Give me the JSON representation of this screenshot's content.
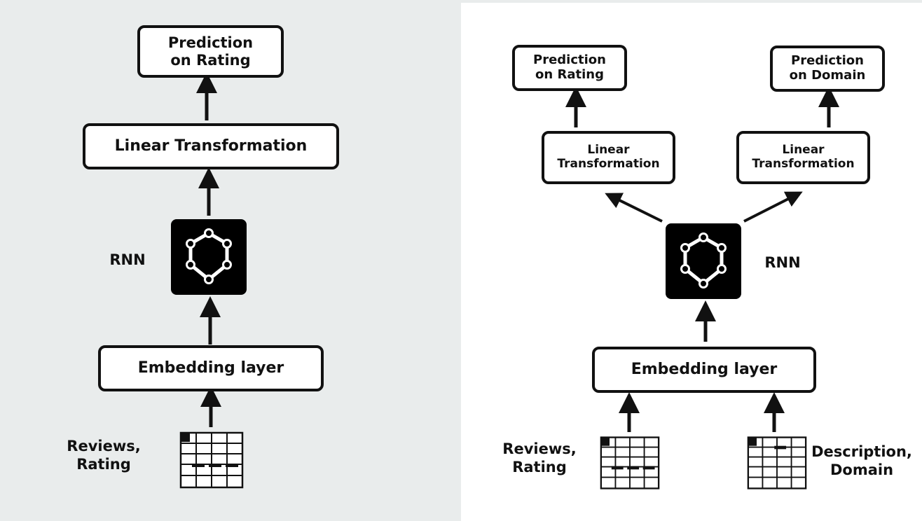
{
  "left": {
    "prediction": "Prediction on Rating",
    "linear": "Linear Transformation",
    "rnn_label": "RNN",
    "embedding": "Embedding layer",
    "input_label": "Reviews, Rating"
  },
  "right": {
    "prediction_rating": "Prediction on Rating",
    "prediction_domain": "Prediction on Domain",
    "linear_left": "Linear Transformation",
    "linear_right": "Linear Transformation",
    "rnn_label": "RNN",
    "embedding": "Embedding layer",
    "input_left_label": "Reviews, Rating",
    "input_right_label": "Description, Domain"
  },
  "icons": [
    "rnn-icon",
    "table-icon"
  ],
  "colors": {
    "left_background": "#e9ecec",
    "stroke": "#111111",
    "icon_fill": "#000000"
  }
}
